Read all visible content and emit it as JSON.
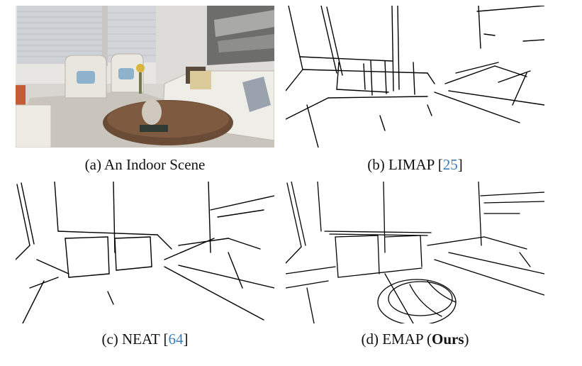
{
  "figure": {
    "panels": [
      {
        "id": "a",
        "caption_prefix": "(a) An Indoor Scene",
        "cite": "",
        "caption_suffix": "",
        "kind": "photo"
      },
      {
        "id": "b",
        "caption_prefix": "(b) LIMAP [",
        "cite": "25",
        "caption_suffix": "]",
        "kind": "line-drawing"
      },
      {
        "id": "c",
        "caption_prefix": "(c) NEAT [",
        "cite": "64",
        "caption_suffix": "]",
        "kind": "line-drawing"
      },
      {
        "id": "d",
        "caption_prefix": "(d) EMAP (",
        "strong": "Ours",
        "caption_suffix": ")",
        "kind": "line-drawing"
      }
    ],
    "colors": {
      "citation": "#3a7ebd",
      "line": "#000000"
    }
  }
}
